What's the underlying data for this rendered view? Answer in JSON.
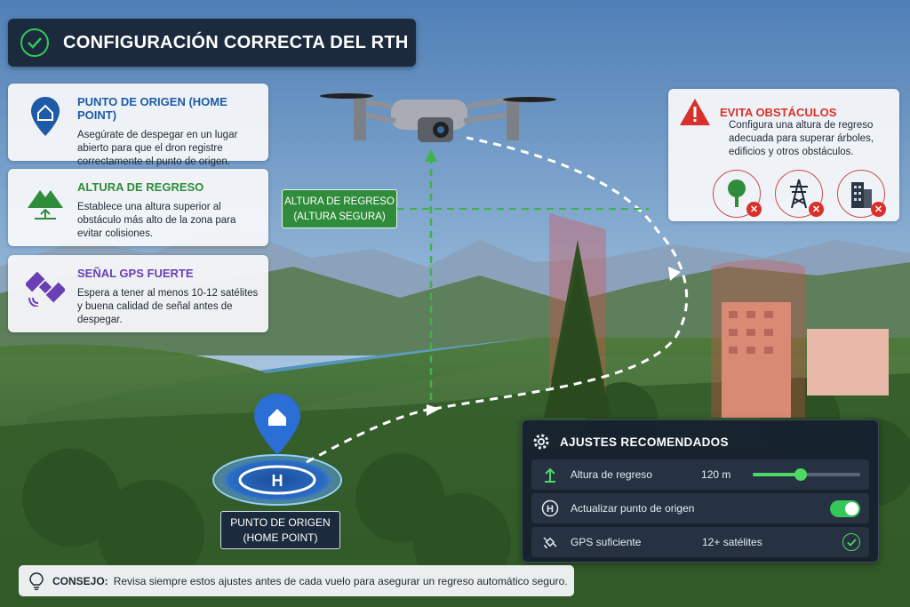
{
  "title": "CONFIGURACIÓN CORRECTA DEL RTH",
  "cards": [
    {
      "icon": "home-pin-icon",
      "title": "PUNTO DE ORIGEN (HOME POINT)",
      "text": "Asegúrate de despegar en un lugar abierto para que el dron registre correctamente el punto de origen.",
      "color": "#1e5aa8"
    },
    {
      "icon": "mountain-icon",
      "title": "ALTURA DE REGRESO",
      "text": "Establece una altura superior al obstáculo más alto de la zona para evitar colisiones.",
      "color": "#2f8c3b"
    },
    {
      "icon": "satellite-icon",
      "title": "SEÑAL GPS FUERTE",
      "text": "Espera a tener al menos 10-12 satélites y buena calidad de señal antes de despegar.",
      "color": "#6a3fb5"
    }
  ],
  "obstacles": {
    "title": "EVITA OBSTÁCULOS",
    "text": "Configura una altura de regreso adecuada para superar árboles, edificios y otros obstáculos.",
    "icons": [
      "tree-icon",
      "power-tower-icon",
      "building-icon"
    ],
    "color": "#d9302c"
  },
  "altitude_label": {
    "line1": "ALTURA DE REGRESO",
    "line2": "(ALTURA SEGURA)"
  },
  "home_label": {
    "line1": "PUNTO DE ORIGEN",
    "line2": "(HOME POINT)"
  },
  "settings": {
    "title": "AJUSTES RECOMENDADOS",
    "rows": [
      {
        "icon": "altitude-arrow-icon",
        "label": "Altura de regreso",
        "value": "120 m",
        "slider_fraction": 0.45
      },
      {
        "icon": "home-point-icon",
        "label": "Actualizar punto de origen",
        "toggle_on": true
      },
      {
        "icon": "satellite-icon",
        "label": "GPS suficiente",
        "value": "12+ satélites",
        "status": "ok"
      }
    ]
  },
  "tip": {
    "label": "CONSEJO:",
    "text": "Revisa siempre estos ajustes antes de cada vuelo para asegurar un regreso automático seguro."
  },
  "colors": {
    "accent_green": "#34c759",
    "panel_dark": "#1c2a3d",
    "warning_red": "#d9302c"
  }
}
